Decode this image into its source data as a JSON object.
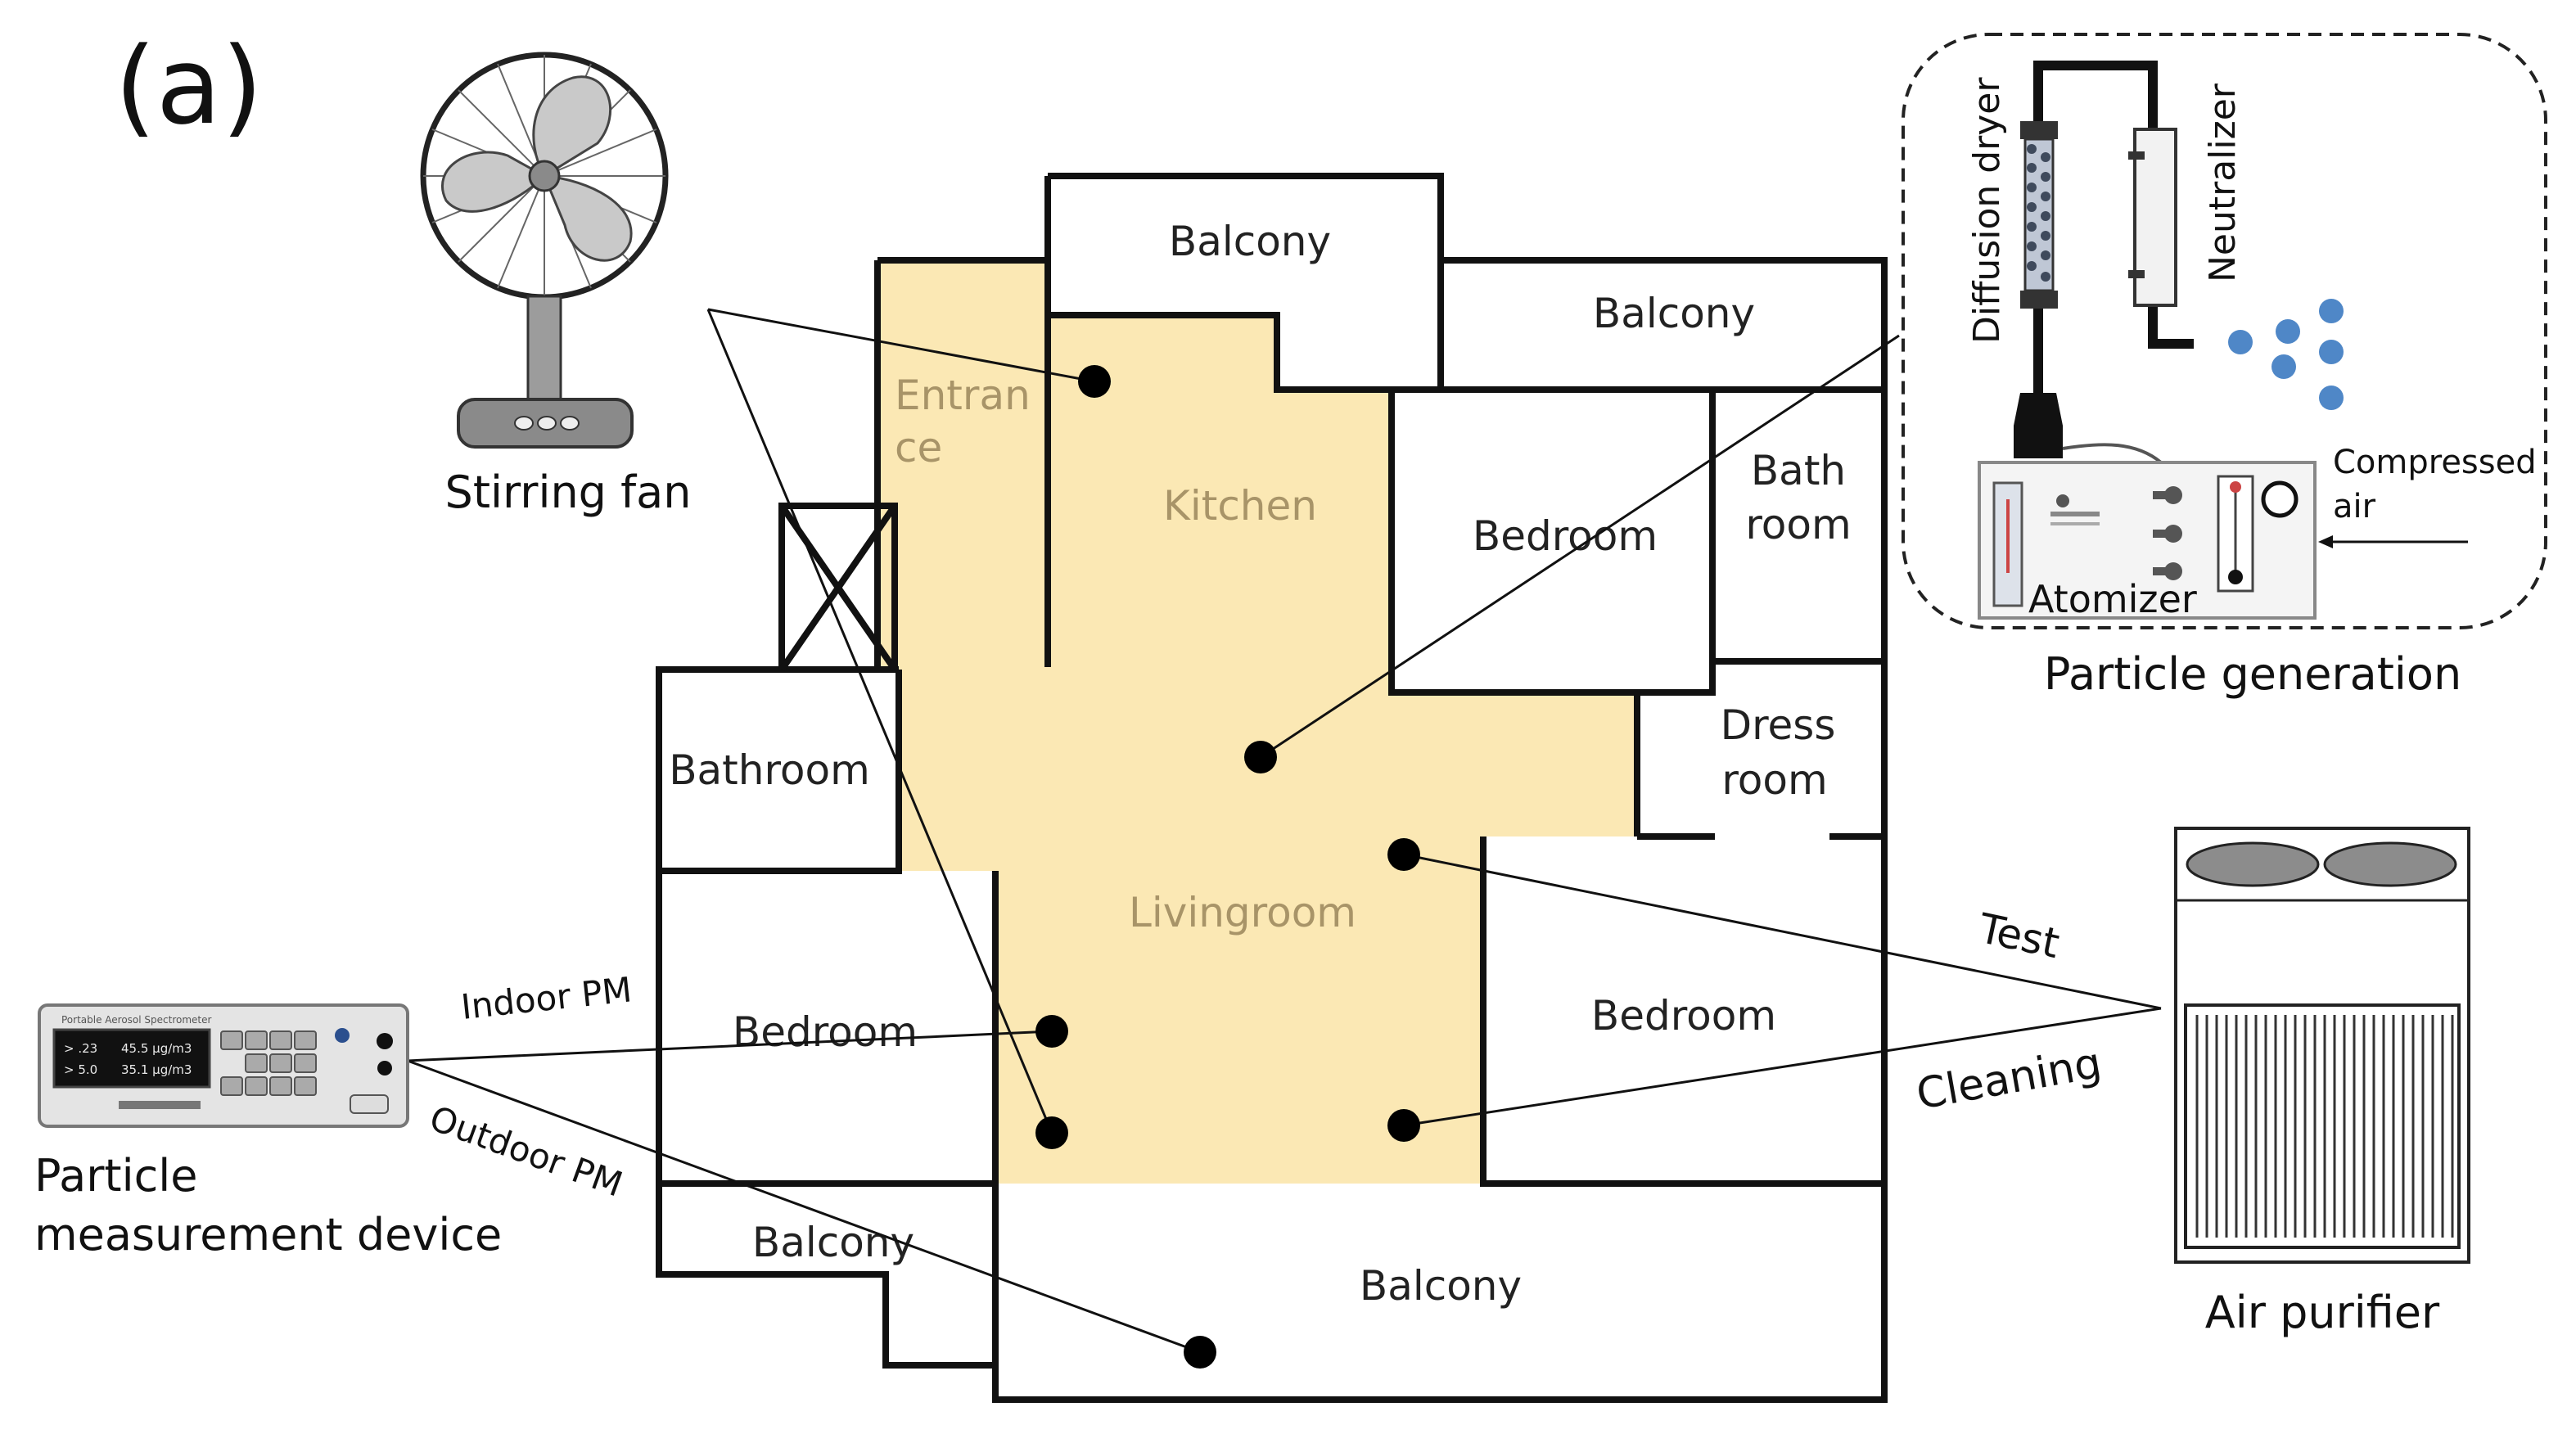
{
  "figure": {
    "panel_label": "(a)",
    "colors": {
      "living_zone": "#fbe8b4",
      "wall": "#111111",
      "particle": "#4f87c7",
      "yellow_text": "#a89468"
    },
    "rooms": {
      "balcony_top": "Balcony",
      "balcony_right": "Balcony",
      "entrance_1": "Entran",
      "entrance_2": "ce",
      "kitchen": "Kitchen",
      "bedroom_upper": "Bedroom",
      "bath_room_1": "Bath",
      "bath_room_2": "room",
      "bathroom": "Bathroom",
      "dress_room_1": "Dress",
      "dress_room_2": "room",
      "livingroom": "Livingroom",
      "bedroom_left": "Bedroom",
      "bedroom_right": "Bedroom",
      "balcony_bottom_left": "Balcony",
      "balcony_bottom": "Balcony"
    },
    "equipment": {
      "stirring_fan": "Stirring  fan",
      "particle_generation": "Particle generation",
      "diffusion_dryer": "Diffusion dryer",
      "neutralizer": "Neutralizer",
      "atomizer": "Atomizer",
      "compressed_air_1": "Compressed",
      "compressed_air_2": "air",
      "air_purifier": "Air purifier",
      "particle_device_1": "Particle",
      "particle_device_2": "measurement device"
    },
    "connections": {
      "indoor_pm": "Indoor PM",
      "outdoor_pm": "Outdoor PM",
      "test": "Test",
      "cleaning": "Cleaning"
    },
    "device_screen": {
      "title": "Portable Aerosol Spectrometer",
      "row1_size": "> .23",
      "row1_value": "45.5 µg/m3",
      "row2_size": "> 5.0",
      "row2_value": "35.1 µg/m3"
    },
    "icons": {
      "fan": "fan-icon",
      "purifier": "air-purifier-icon",
      "device": "measurement-device-icon",
      "atomizer": "atomizer-icon",
      "dryer": "diffusion-dryer-icon",
      "neutralizer": "neutralizer-icon"
    }
  }
}
